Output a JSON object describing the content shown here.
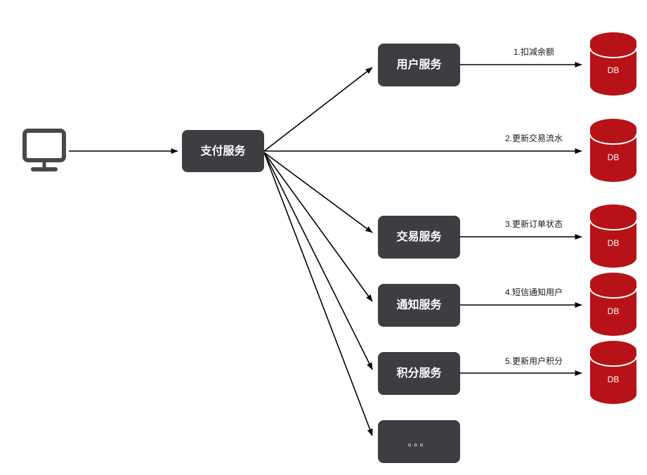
{
  "diagram": {
    "title": "",
    "colors": {
      "service_fill": "#3c3e42",
      "db_fill": "#b71217",
      "db_top_stroke": "#ffffff",
      "edge_stroke": "#000000",
      "monitor_stroke": "#46484b",
      "background": "#ffffff",
      "label_text": "#1a1a1a",
      "box_text": "#ffffff"
    },
    "client": {
      "icon": "desktop-monitor-icon",
      "label": ""
    },
    "gateway": {
      "label": "支付服务"
    },
    "services": [
      {
        "id": "user-service",
        "label": "用户服务"
      },
      {
        "id": "transaction-service",
        "label": "交易服务"
      },
      {
        "id": "notification-service",
        "label": "通知服务"
      },
      {
        "id": "points-service",
        "label": "积分服务"
      },
      {
        "id": "more-service",
        "label": "。。。"
      }
    ],
    "databases": [
      {
        "id": "db-1",
        "label": "DB"
      },
      {
        "id": "db-2",
        "label": "DB"
      },
      {
        "id": "db-3",
        "label": "DB"
      },
      {
        "id": "db-4",
        "label": "DB"
      },
      {
        "id": "db-5",
        "label": "DB"
      }
    ],
    "edge_labels": [
      {
        "id": "edge-1",
        "text": "1.扣减余额"
      },
      {
        "id": "edge-2",
        "text": "2.更新交易流水"
      },
      {
        "id": "edge-3",
        "text": "3.更新订单状态"
      },
      {
        "id": "edge-4",
        "text": "4.短信通知用户"
      },
      {
        "id": "edge-5",
        "text": "5.更新用户积分"
      }
    ]
  }
}
